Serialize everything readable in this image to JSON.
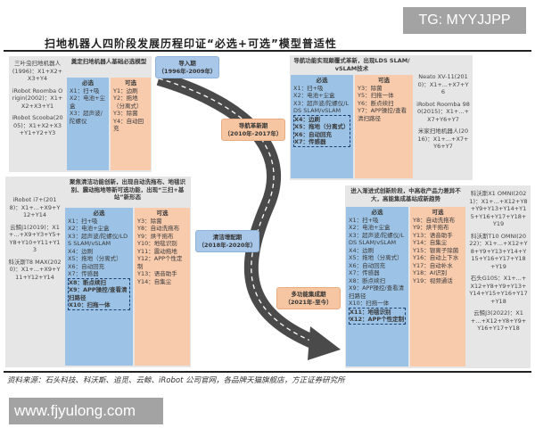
{
  "watermark_top": "TG: MYYJJPP",
  "watermark_bottom": "www.fjyulong.com",
  "title": "扫地机器人四阶段发展历程印证“必选+可选”模型普适性",
  "source": "资料来源：石头科技、科沃斯、追觅、云鲸、iRobot 公司官网，各品牌天猫旗舰店，方正证券研究所",
  "colors": {
    "must": "#9cc3e6",
    "optional": "#f8cbad",
    "models": "#e6e6e6",
    "road": "#4a4a4a"
  },
  "stages": [
    {
      "name": "导入期",
      "period": "（1996年-2009年）"
    },
    {
      "name": "导航革新期",
      "period": "（2010年-2017年）"
    },
    {
      "name": "清洁增配期",
      "period": "（2018年-2020年）"
    },
    {
      "name": "多功能集成期",
      "period": "（2021年-至今）"
    }
  ],
  "panels": [
    {
      "summary": "奠定扫地机器人基础必选模型",
      "must_title": "必选",
      "must": [
        "X1：扫+吸",
        "X2：电池+尘盒",
        "X3：超声波/陀螺仪"
      ],
      "must_new": [],
      "optional_title": "可选",
      "optional": [
        "Y1：边刷",
        "Y2：拖地（分离式）",
        "Y3：除菌",
        "Y4：自动回充"
      ],
      "models": [
        "三叶虫扫地机器人(1996)：X1+X2+X3+Y4",
        "iRobot Roomba Origin(2002)：X1+X2+X3+Y1",
        "iRobot Scooba(2005)：X1+X2+X3+Y1+Y2+Y3"
      ]
    },
    {
      "summary": "导航功能实现颠覆式革新，出现LDS SLAM/vSLAM技术",
      "must_title": "必选",
      "must": [
        "X1：扫+吸",
        "X2：电池+尘盒",
        "X3：超声波/陀螺仪/LDS SLAM/vSLAM"
      ],
      "must_new": [
        "X4：边刷",
        "X5：拖地（分离式）",
        "X6：自动回充",
        "X7：传感器"
      ],
      "optional_title": "可选",
      "optional": [
        "Y3：除菌",
        "Y5：扫拖一体",
        "Y6：断点续扫",
        "Y7：APP操控/查看清扫路径"
      ],
      "models": [
        "Neato XV-11(2010)：X1+...+X7+Y6",
        "iRobot Roomba 980(2015)：X1+...+X7+Y6+Y7",
        "米家扫地机器人(2016)：X1+...+X7+Y6+Y7"
      ]
    },
    {
      "summary": "聚焦清洁功能创新，出现自动洗拖布、地毯识别、震动拖地等新可选功能，出现“三扫+基站”新形态",
      "must_title": "必选",
      "must": [
        "X1：扫+吸",
        "X2：电池+尘盒",
        "X3：超声波/陀螺仪/LDS SLAM/vSLAM",
        "X4：边刷",
        "X5：拖地（分离式）",
        "X6：自动回充",
        "X7：传感器"
      ],
      "must_new": [
        "X8：断点续扫",
        "X9：APP操控/查看清扫路径",
        "X10：扫拖一体"
      ],
      "optional_title": "可选",
      "optional": [
        "Y3：除菌",
        "Y8：自动洗拖布",
        "Y9：烘干拖布",
        "Y10：地毯识别",
        "Y11：震动拖地",
        "Y12：APP个性定制",
        "Y13：语音助手",
        "Y14：自集尘"
      ],
      "models": [
        "iRobot i7+(2018)：X1+...+X9+Y12+Y14",
        "云鲸J1(2019)：X1+...+X9+Y3+Y5+Y8+Y10+Y11+Y13",
        "科沃斯T8 MAX(2020)：X1+...+X9+Y11+Y12+Y14"
      ]
    },
    {
      "summary": "进入渐进式创新阶段，中高收产品力差异不大，高能集成基站成新趋势",
      "must_title": "必选",
      "must": [
        "X1：扫+吸",
        "X2：电池+尘盒",
        "X3：超声波/陀螺仪/LDS SLAM/vSLAM",
        "X4：边刷",
        "X5：拖地（分离式）",
        "X6：自动回充",
        "X7：传感器",
        "X8：断点续扫",
        "X9：APP操控/查看清扫路径",
        "X10：扫拖一体"
      ],
      "must_new": [
        "X11：地毯识别",
        "X12：APP个性定制"
      ],
      "optional_title": "可选",
      "optional": [
        "Y8：自动洗拖布",
        "Y9：烘干拖布",
        "Y13：语音助手",
        "Y14：自集尘",
        "Y15：银离子除菌",
        "Y16：自动上下水",
        "Y17：自动补水",
        "Y18：AI识别",
        "Y19：视频通话"
      ],
      "models": [
        "科沃斯X1 OMNI(2021)：X1+...+X12+Y8+Y9+Y13+Y14+Y15+Y16+Y17+Y18+Y19",
        "科沃斯T10 OMNI(2022)：X1+...+X12+Y8+Y9+Y13+Y14+Y15+Y16+Y17+Y18+Y19",
        "石头G10S：X1+...+X12+Y8+Y9+Y13+Y14+Y15+Y16+Y17+Y18",
        "云鲸J3(2022)：X1+...+X12+Y8+Y9+Y16+Y17+Y18"
      ]
    }
  ]
}
